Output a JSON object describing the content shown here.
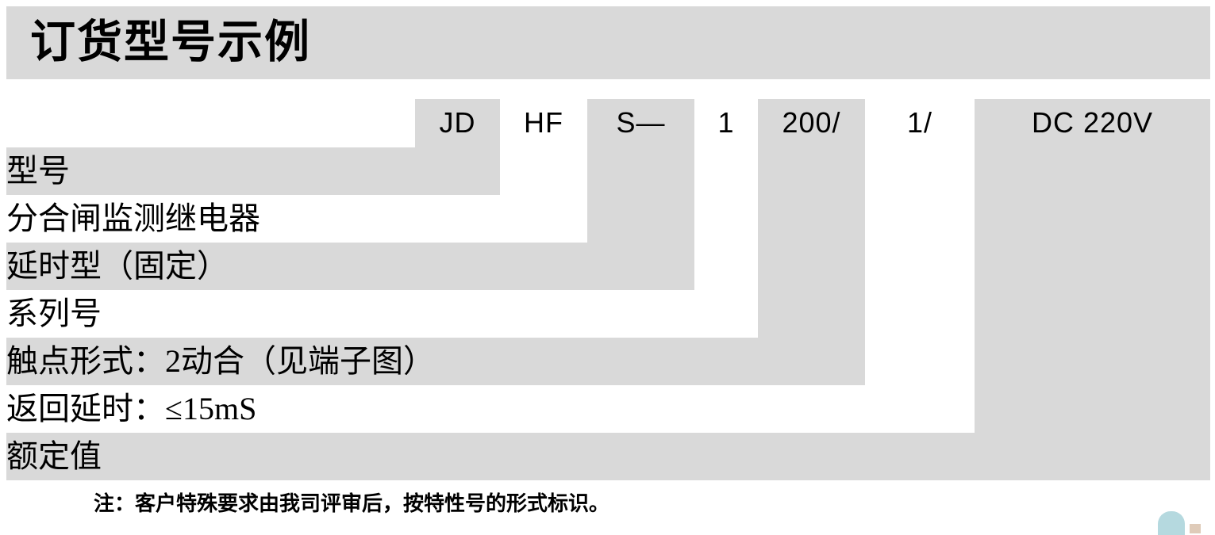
{
  "header": {
    "title": "订货型号示例"
  },
  "model_code": {
    "cells": [
      {
        "text": "JD",
        "shaded": true
      },
      {
        "text": "HF",
        "shaded": false
      },
      {
        "text": "S—",
        "shaded": true
      },
      {
        "text": "1",
        "shaded": false
      },
      {
        "text": "200/",
        "shaded": true
      },
      {
        "text": "1/",
        "shaded": false
      },
      {
        "text": "DC 220V",
        "shaded": true
      }
    ]
  },
  "descriptions": {
    "rows": [
      {
        "text": "型号",
        "shaded": true
      },
      {
        "text": "分合闸监测继电器",
        "shaded": false
      },
      {
        "text": "延时型（固定）",
        "shaded": true
      },
      {
        "text": "系列号",
        "shaded": false
      },
      {
        "text": "触点形式：2动合（见端子图）",
        "shaded": true
      },
      {
        "text": "返回延时：≤15mS",
        "shaded": false
      },
      {
        "text": "额定值",
        "shaded": true
      }
    ]
  },
  "footnote": {
    "text": "注：客户特殊要求由我司评审后，按特性号的形式标识。"
  },
  "colors": {
    "shade": "#d9d9d9",
    "background": "#ffffff",
    "text": "#000000"
  }
}
